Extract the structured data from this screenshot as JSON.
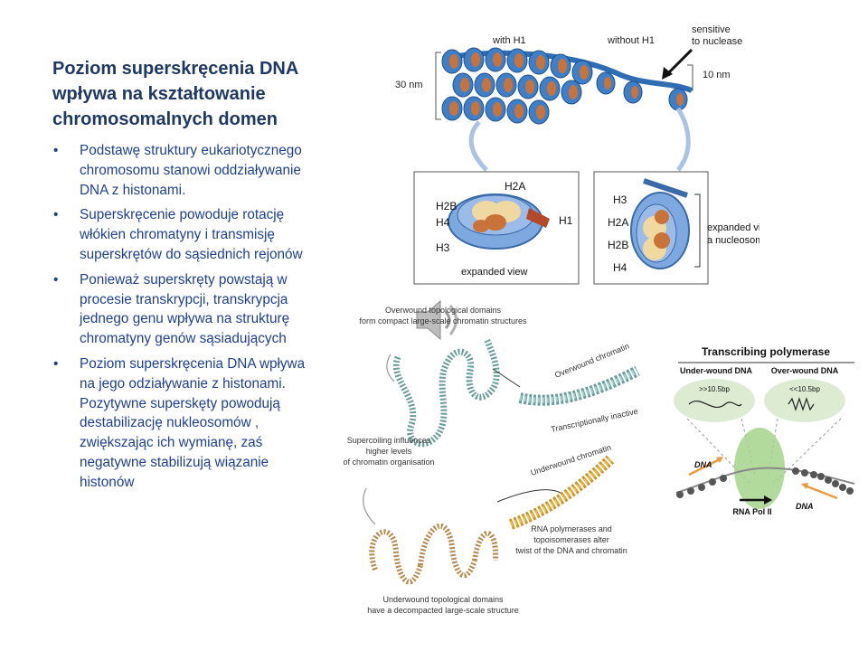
{
  "slide": {
    "title": "Poziom superskręcenia DNA wpływa na kształtowanie chromosomalnych domen",
    "bullet_symbol": "•",
    "bullets": [
      "Podstawę struktury eukariotycznego chromosomu stanowi oddziaływanie DNA z histonami.",
      "Superskręcenie powoduje rotację włókien chromatyny i transmisję superskrętów do sąsiednich rejonów",
      "Ponieważ superskręty powstają w procesie transkrypcji, transkrypcja jednego genu wpływa na strukturę chromatyny genów sąsiadujących",
      "Poziom superskręcenia DNA wpływa na jego odziaływanie z histonami. Pozytywne superskęty powodują destabilizację nukleosomów , zwiększając ich wymianę,  zaś negatywne stabilizują wiązanie histonów"
    ]
  },
  "fiber_figure": {
    "label_with_h1": "with H1",
    "label_without_h1": "without H1",
    "label_sensitive": "sensitive",
    "label_to_nuclease": "to nuclease",
    "label_30nm": "30 nm",
    "label_10nm": "10 nm",
    "left_panel": {
      "labels": [
        "H2B",
        "H2A",
        "H4",
        "H1",
        "H3"
      ],
      "caption": "expanded view"
    },
    "right_panel": {
      "labels": [
        "H3",
        "H2A",
        "H2B",
        "H4"
      ],
      "caption_line1": "expanded view of",
      "caption_line2": "a nucleosome"
    }
  },
  "domains_figure": {
    "top_caption_line1": "Overwound topological domains",
    "top_caption_line2": "form compact large-scale chromatin structures",
    "overwound_label": "Overwound chromatin",
    "inactive_label": "Transcriptionally inactive",
    "supercoil_line1": "Supercoiling influences",
    "supercoil_line2": "higher levels",
    "supercoil_line3": "of chromatin organisation",
    "underwound_label": "Underwound chromatin",
    "rnapol_line1": "RNA polymerases and",
    "rnapol_line2": "topoisomerases alter",
    "rnapol_line3": "twist of the DNA and chromatin",
    "bottom_caption_line1": "Underwound topological domains",
    "bottom_caption_line2": "have a decompacted large-scale structure"
  },
  "polymerase_figure": {
    "title": "Transcribing polymerase",
    "under_wound": "Under-wound DNA",
    "over_wound": "Over-wound DNA",
    "under_bp": ">>10.5bp",
    "over_bp": "<<10.5bp",
    "dna_left": "DNA",
    "dna_right": "DNA",
    "rna_pol": "RNA Pol II"
  }
}
